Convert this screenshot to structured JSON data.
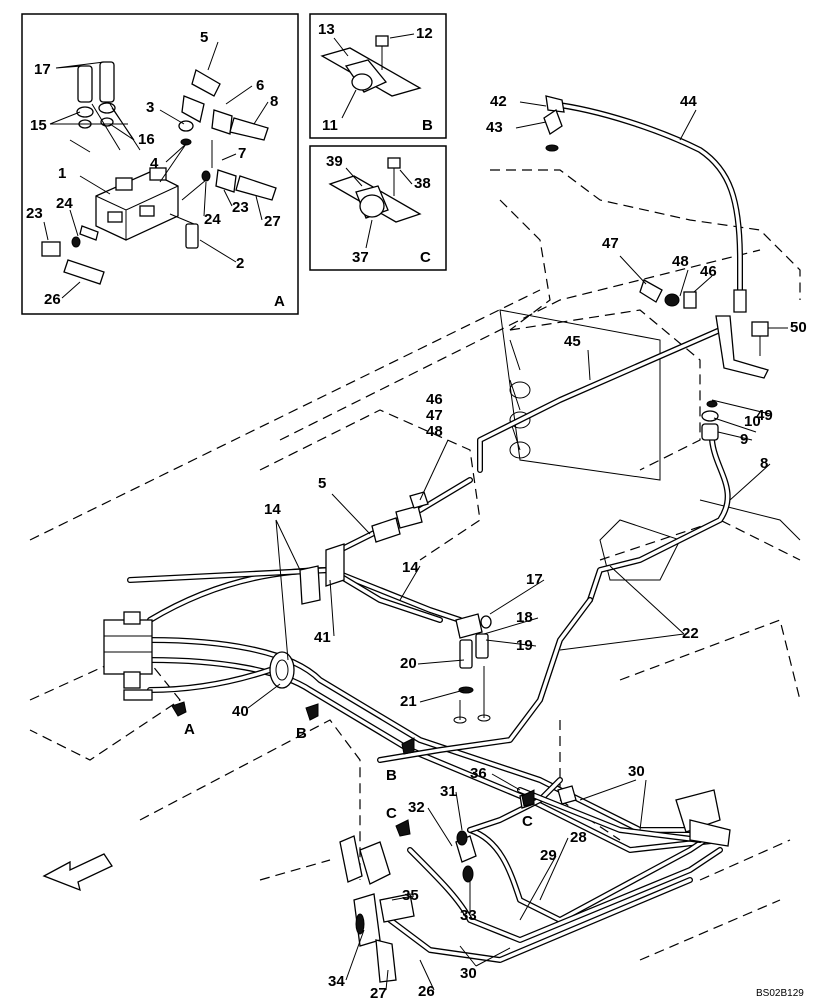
{
  "drawing_code": "BS02B129",
  "detail_views": [
    {
      "letter": "A",
      "labels": [
        "17",
        "5",
        "6",
        "8",
        "3",
        "15",
        "16",
        "4",
        "7",
        "1",
        "24",
        "23",
        "24",
        "23",
        "27",
        "2",
        "26"
      ]
    },
    {
      "letter": "B",
      "labels": [
        "13",
        "12",
        "11"
      ]
    },
    {
      "letter": "C",
      "labels": [
        "39",
        "38",
        "37"
      ]
    }
  ],
  "main_labels": [
    "42",
    "44",
    "43",
    "47",
    "48",
    "46",
    "50",
    "45",
    "49",
    "10",
    "9",
    "46",
    "47",
    "48",
    "8",
    "5",
    "14",
    "14",
    "17",
    "41",
    "18",
    "19",
    "22",
    "20",
    "21",
    "40",
    "30",
    "36",
    "31",
    "32",
    "28",
    "29",
    "35",
    "33",
    "34",
    "27",
    "26",
    "30"
  ],
  "view_markers": [
    {
      "letter": "A"
    },
    {
      "letter": "B"
    },
    {
      "letter": "B"
    },
    {
      "letter": "C"
    },
    {
      "letter": "C"
    }
  ]
}
